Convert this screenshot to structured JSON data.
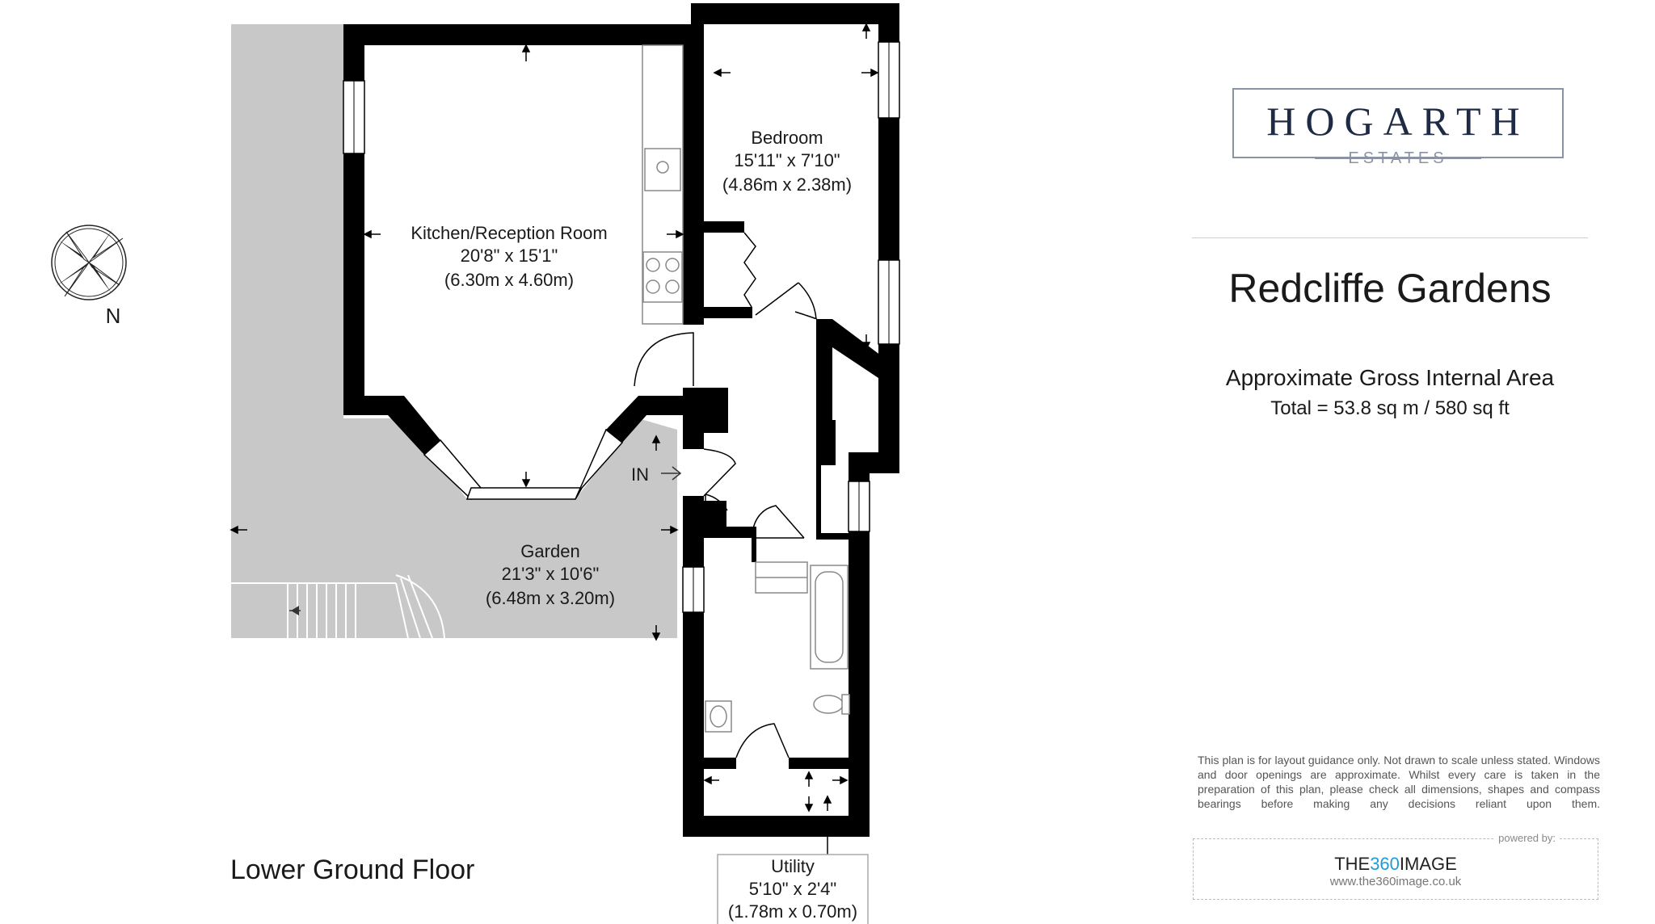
{
  "brand": {
    "name": "HOGARTH",
    "sub": "ESTATES"
  },
  "property": {
    "title": "Redcliffe Gardens",
    "area_heading": "Approximate Gross Internal Area",
    "area_value": "Total = 53.8 sq m / 580 sq ft"
  },
  "floor": {
    "name": "Lower Ground Floor"
  },
  "compass": {
    "label": "N"
  },
  "entrance": {
    "label": "IN"
  },
  "rooms": {
    "kitchen": {
      "name": "Kitchen/Reception Room",
      "imperial": "20'8\" x 15'1\"",
      "metric": "(6.30m x 4.60m)"
    },
    "bedroom": {
      "name": "Bedroom",
      "imperial": "15'11\" x 7'10\"",
      "metric": "(4.86m x 2.38m)"
    },
    "garden": {
      "name": "Garden",
      "imperial": "21'3\" x 10'6\"",
      "metric": "(6.48m x 3.20m)"
    },
    "utility": {
      "name": "Utility",
      "imperial": "5'10\" x 2'4\"",
      "metric": "(1.78m x 0.70m)"
    }
  },
  "disclaimer": "This plan is for layout guidance only. Not drawn to scale unless stated. Windows and door openings are approximate. Whilst every care is taken in the preparation of this plan, please check all dimensions, shapes and compass bearings before making any decisions reliant upon them.",
  "powered_by": {
    "label": "powered by:",
    "brand_prefix": "THE",
    "brand_number": "360",
    "brand_suffix": "IMAGE",
    "url": "www.the360image.co.uk"
  },
  "colors": {
    "wall": "#000000",
    "garden": "#c8c8c8",
    "logo": "#1f2b45",
    "accent": "#1f9bd7"
  }
}
